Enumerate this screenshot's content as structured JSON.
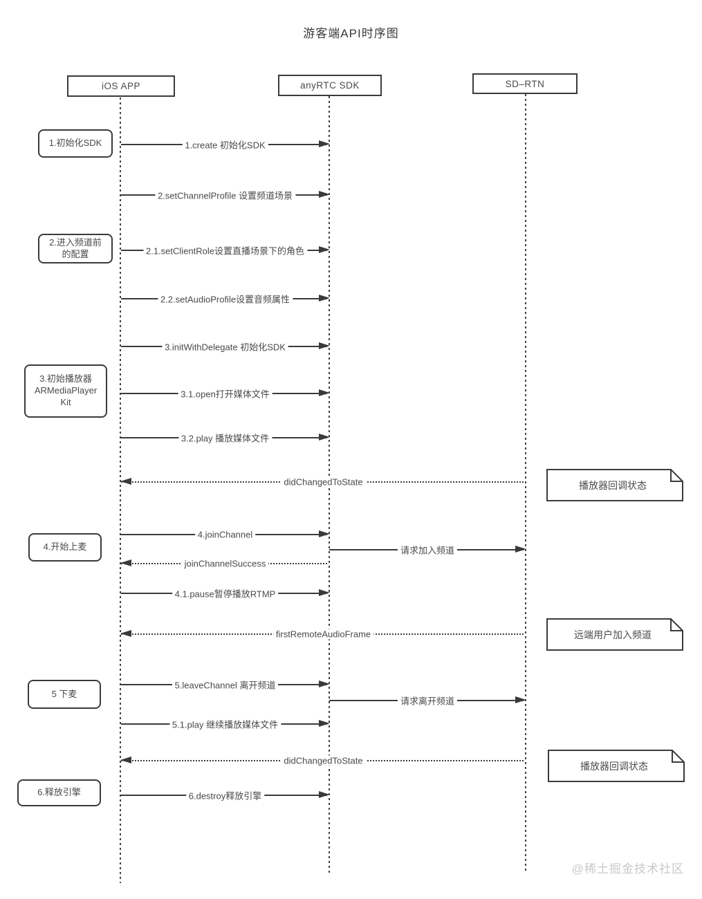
{
  "title": "游客端API时序图",
  "actors": [
    {
      "label": "iOS APP"
    },
    {
      "label": "anyRTC SDK"
    },
    {
      "label": "SD–RTN"
    }
  ],
  "steps": [
    {
      "label": "1.初始化SDK"
    },
    {
      "label": "2.进入频道前\n的配置"
    },
    {
      "label": "3.初始播放器\nARMediaPlayer\nKit"
    },
    {
      "label": "4.开始上麦"
    },
    {
      "label": "5 下麦"
    },
    {
      "label": "6.释放引擎"
    }
  ],
  "messages": [
    {
      "label": "1.create 初始化SDK",
      "from": "iOS APP",
      "to": "anyRTC SDK",
      "style": "solid"
    },
    {
      "label": "2.setChannelProfile 设置频道场景",
      "from": "iOS APP",
      "to": "anyRTC SDK",
      "style": "solid"
    },
    {
      "label": "2.1.setClientRole设置直播场景下的角色",
      "from": "iOS APP",
      "to": "anyRTC SDK",
      "style": "solid"
    },
    {
      "label": "2.2.setAudioProfile设置音频属性",
      "from": "iOS APP",
      "to": "anyRTC SDK",
      "style": "solid"
    },
    {
      "label": "3.initWithDelegate 初始化SDK",
      "from": "iOS APP",
      "to": "anyRTC SDK",
      "style": "solid"
    },
    {
      "label": "3.1.open打开媒体文件",
      "from": "iOS APP",
      "to": "anyRTC SDK",
      "style": "solid"
    },
    {
      "label": "3.2.play 播放媒体文件",
      "from": "iOS APP",
      "to": "anyRTC SDK",
      "style": "solid"
    },
    {
      "label": "didChangedToState",
      "from": "SD–RTN",
      "to": "iOS APP",
      "style": "dotted"
    },
    {
      "label": "4.joinChannel",
      "from": "iOS APP",
      "to": "anyRTC SDK",
      "style": "solid"
    },
    {
      "label": "请求加入频道",
      "from": "anyRTC SDK",
      "to": "SD–RTN",
      "style": "solid"
    },
    {
      "label": "joinChannelSuccess",
      "from": "anyRTC SDK",
      "to": "iOS APP",
      "style": "dotted"
    },
    {
      "label": "4.1.pause暂停播放RTMP",
      "from": "iOS APP",
      "to": "anyRTC SDK",
      "style": "solid"
    },
    {
      "label": "firstRemoteAudioFrame",
      "from": "SD–RTN",
      "to": "iOS APP",
      "style": "dotted"
    },
    {
      "label": "5.leaveChannel 离开频道",
      "from": "iOS APP",
      "to": "anyRTC SDK",
      "style": "solid"
    },
    {
      "label": "请求离开频道",
      "from": "anyRTC SDK",
      "to": "SD–RTN",
      "style": "solid"
    },
    {
      "label": "5.1.play 继续播放媒体文件",
      "from": "iOS APP",
      "to": "anyRTC SDK",
      "style": "solid"
    },
    {
      "label": "didChangedToState",
      "from": "SD–RTN",
      "to": "iOS APP",
      "style": "dotted"
    },
    {
      "label": "6.destroy释放引擎",
      "from": "iOS APP",
      "to": "anyRTC SDK",
      "style": "solid"
    }
  ],
  "notes": [
    {
      "label": "播放器回调状态"
    },
    {
      "label": "远端用户加入频道"
    },
    {
      "label": "播放器回调状态"
    }
  ],
  "watermark": "@稀土掘金技术社区"
}
